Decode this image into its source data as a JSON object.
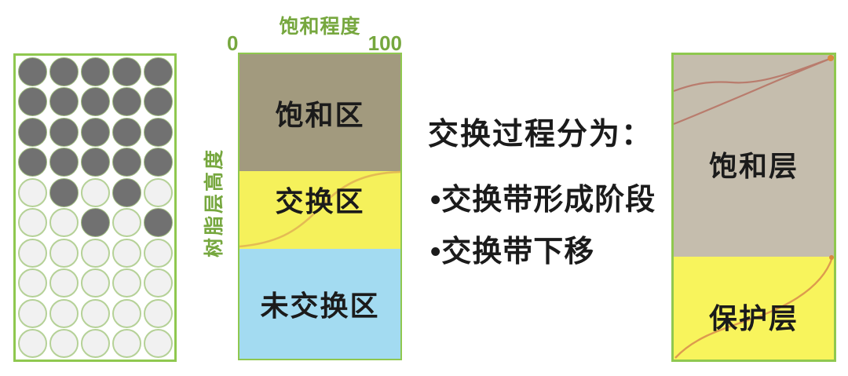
{
  "left_panel": {
    "description": "resin bead column",
    "bead_rows": [
      "DDDDD",
      "DDDDD",
      "DDDDD",
      "DDDDD",
      "LDLDL",
      "LLDLD",
      "LLLLL",
      "LLLLL",
      "LLLLL",
      "LLLLL"
    ],
    "colors": {
      "border": "#8fc84f",
      "dark_bead": "#717171",
      "dark_bead_ring": "#9cb97c",
      "light_bead_fill": "#f1f1f1",
      "light_bead_ring": "#b5d197"
    }
  },
  "middle_chart": {
    "title": "饱和程度",
    "axis_min": "0",
    "axis_max": "100",
    "y_label": "树脂层高度",
    "label_color": "#76a73e",
    "border_color": "#8fc84f",
    "zones": [
      {
        "label": "饱和区",
        "color": "#a29a7e"
      },
      {
        "label": "交换区",
        "color": "#f5f15b"
      },
      {
        "label": "未交换区",
        "color": "#a3dbf1"
      }
    ],
    "curve_color": "#e0b254"
  },
  "center_text": {
    "heading": "交换过程分为：",
    "bullets": [
      {
        "label": "•交换带形成阶段"
      },
      {
        "label": "•交换带下移"
      }
    ],
    "color": "#1b1b1b"
  },
  "right_panel": {
    "border_color": "#8fc84f",
    "zones": [
      {
        "label": "饱和层",
        "color": "#c5bdad"
      },
      {
        "label": "保护层",
        "color": "#f8f45c"
      }
    ],
    "saturation_curve_color": "#b97c6d",
    "protection_curve_color": "#dd9b4e",
    "junction_dot_color": "#d98a3f"
  }
}
